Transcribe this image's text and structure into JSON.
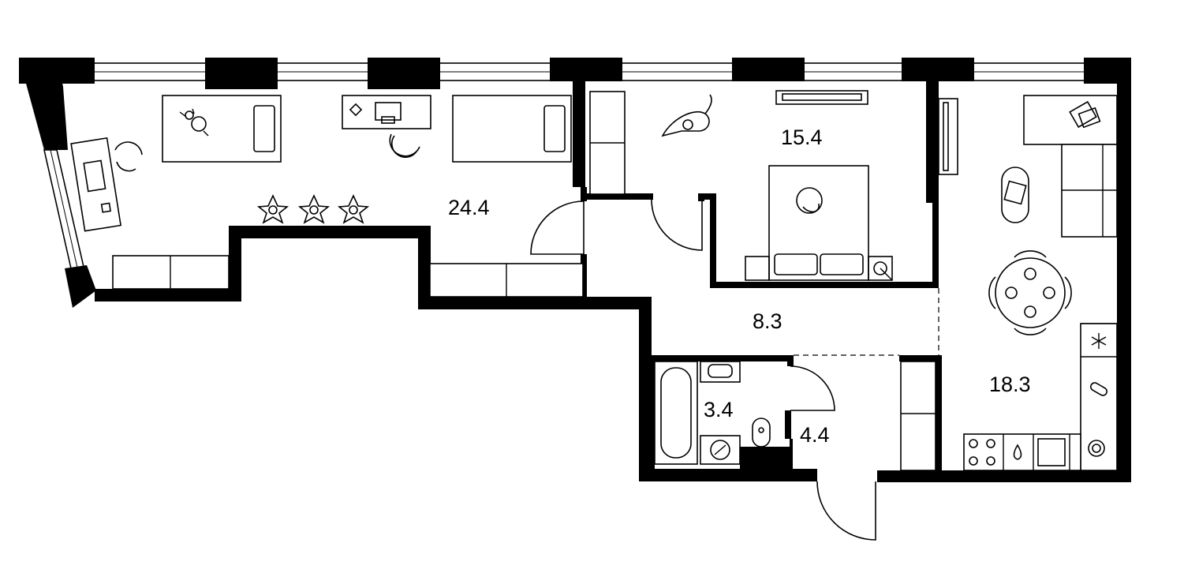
{
  "rooms": [
    {
      "id": "children-room",
      "area": "24.4"
    },
    {
      "id": "bedroom",
      "area": "15.4"
    },
    {
      "id": "hallway",
      "area": "8.3"
    },
    {
      "id": "kitchen-living",
      "area": "18.3"
    },
    {
      "id": "bathroom",
      "area": "3.4"
    },
    {
      "id": "entrance",
      "area": "4.4"
    }
  ],
  "colors": {
    "wall": "#000000",
    "background": "#ffffff"
  }
}
